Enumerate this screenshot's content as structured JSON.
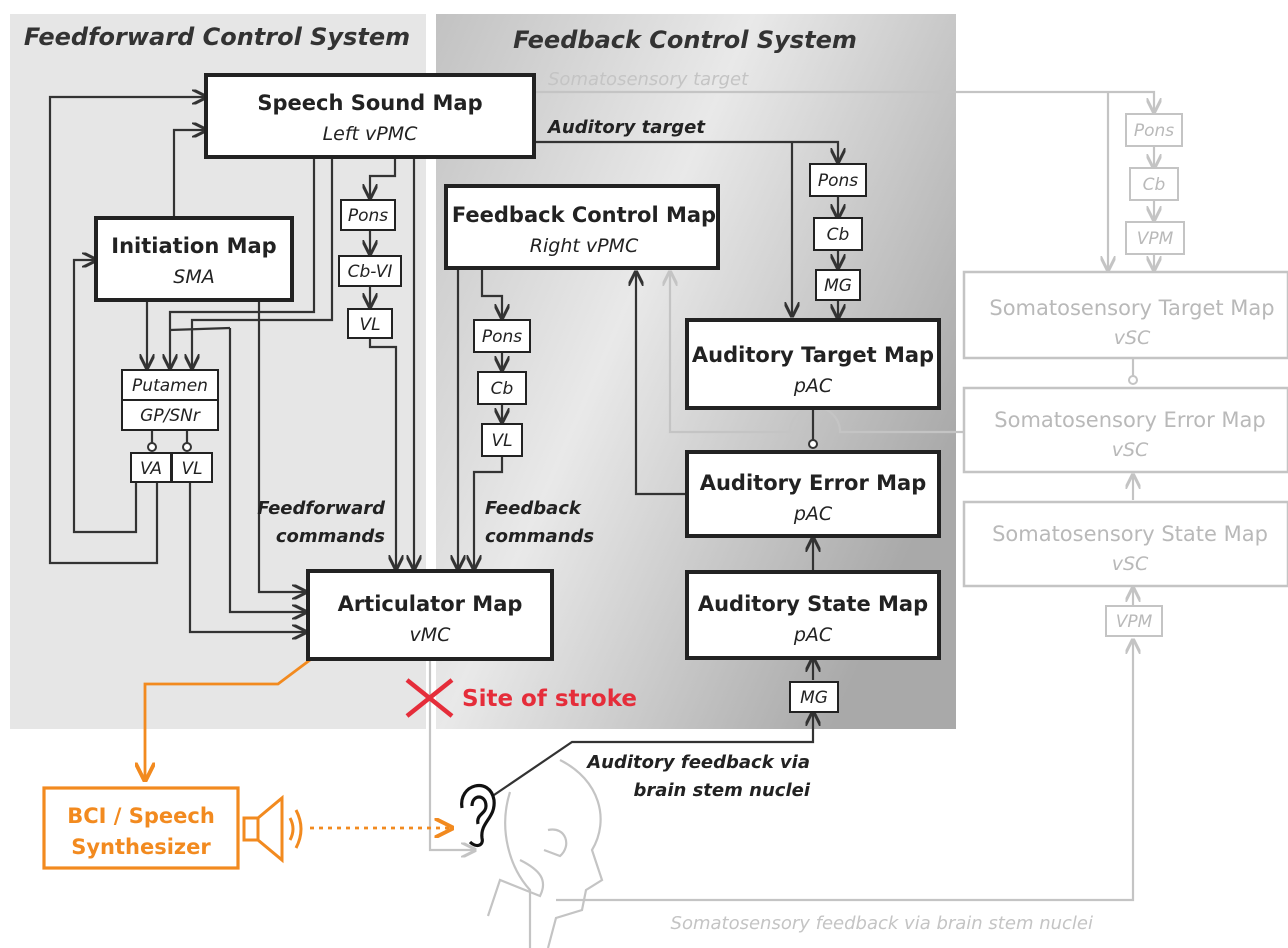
{
  "panels": {
    "feedforward_title": "Feedforward Control System",
    "feedback_title": "Feedback Control System"
  },
  "boxes": {
    "speech_sound_map": {
      "name": "Speech Sound Map",
      "sub": "Left vPMC"
    },
    "initiation_map": {
      "name": "Initiation Map",
      "sub": "SMA"
    },
    "feedback_control_map": {
      "name": "Feedback Control Map",
      "sub": "Right vPMC"
    },
    "articulator_map": {
      "name": "Articulator Map",
      "sub": "vMC"
    },
    "auditory_target_map": {
      "name": "Auditory Target Map",
      "sub": "pAC"
    },
    "auditory_error_map": {
      "name": "Auditory Error Map",
      "sub": "pAC"
    },
    "auditory_state_map": {
      "name": "Auditory State Map",
      "sub": "pAC"
    },
    "somatosensory_target_map": {
      "name": "Somatosensory Target Map",
      "sub": "vSC"
    },
    "somatosensory_error_map": {
      "name": "Somatosensory Error Map",
      "sub": "vSC"
    },
    "somatosensory_state_map": {
      "name": "Somatosensory State Map",
      "sub": "vSC"
    },
    "bci": {
      "line1": "BCI / Speech",
      "line2": "Synthesizer"
    }
  },
  "nuclei": {
    "pons_ff": "Pons",
    "cbvi_ff": "Cb-VI",
    "vl_ff": "VL",
    "putamen": "Putamen",
    "gpsnr": "GP/SNr",
    "va": "VA",
    "vl_bg": "VL",
    "pons_fb": "Pons",
    "cb_fb": "Cb",
    "vl_fb": "VL",
    "pons_aud": "Pons",
    "cb_aud": "Cb",
    "mg_aud": "MG",
    "mg_state": "MG",
    "pons_som": "Pons",
    "cb_som": "Cb",
    "vpm_som": "VPM",
    "vpm_state": "VPM"
  },
  "labels": {
    "somatosensory_target": "Somatosensory target",
    "auditory_target": "Auditory target",
    "feedforward_commands_1": "Feedforward",
    "feedforward_commands_2": "commands",
    "feedback_commands_1": "Feedback",
    "feedback_commands_2": "commands",
    "site_of_stroke": "Site of stroke",
    "auditory_feedback_1": "Auditory feedback via",
    "auditory_feedback_2": "brain stem nuclei",
    "somatosensory_feedback": "Somatosensory feedback via brain stem nuclei"
  },
  "colors": {
    "ink": "#333333",
    "ghost": "#c4c4c4",
    "orange": "#f28a1f",
    "stroke_red": "#e52d3a"
  }
}
